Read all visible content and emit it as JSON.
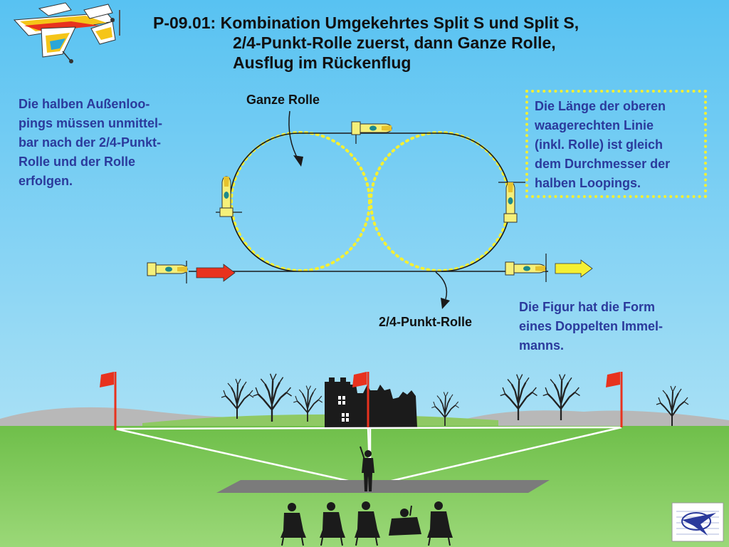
{
  "title": {
    "line1": "P-09.01: Kombination Umgekehrtes Split S und Split S,",
    "line2": "2/4-Punkt-Rolle zuerst, dann Ganze Rolle,",
    "line3": "Ausflug im Rückenflug"
  },
  "note_left": [
    "Die halben Außenloo-",
    "pings müssen unmittel-",
    "bar nach der 2/4-Punkt-",
    "Rolle und der Rolle",
    "erfolgen."
  ],
  "note_right": [
    "Die Länge der oberen",
    "waagerechten Linie",
    "(inkl. Rolle) ist gleich",
    "dem Durchmesser der",
    "halben Loopings."
  ],
  "note_bottom": [
    "Die Figur hat die Form",
    "eines Doppelten Immel-",
    "manns."
  ],
  "labels": {
    "full_roll": "Ganze Rolle",
    "quarter_roll": "2/4-Punkt-Rolle"
  },
  "colors": {
    "sky": "#5fc4f0",
    "grass": "#7ec85a",
    "hills": "#b5b5b5",
    "flight_path": "#1a1a1a",
    "guide_circles": "#f5f032",
    "entry_arrow": "#e8321e",
    "exit_arrow": "#f5f032",
    "flag": "#e8321e",
    "runway": "#7a7a7a",
    "text_blue": "#2b3a9c"
  },
  "icons": [
    "airplane-logo-icon",
    "airplane-icon",
    "red-arrow-icon",
    "yellow-arrow-icon",
    "flag-icon",
    "tree-icon",
    "castle-ruin-icon",
    "pilot-silhouette-icon",
    "spectator-silhouette-icon",
    "faicon-logo-icon"
  ]
}
